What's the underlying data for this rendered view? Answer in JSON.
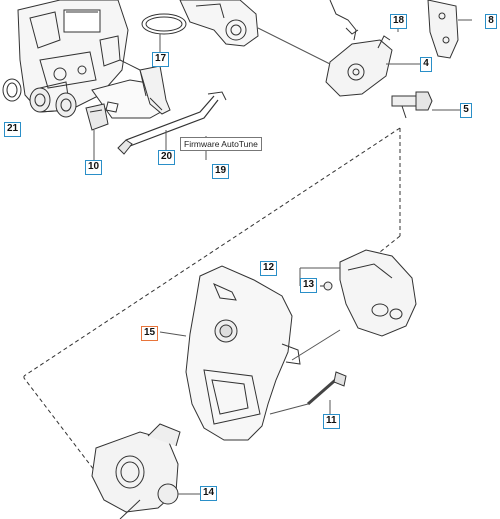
{
  "diagram": {
    "note_label": "Firmware AutoTune",
    "callouts": [
      {
        "id": "21",
        "key": "21"
      },
      {
        "id": "10",
        "key": "10"
      },
      {
        "id": "17",
        "key": "17"
      },
      {
        "id": "20",
        "key": "20"
      },
      {
        "id": "19",
        "key": "19"
      },
      {
        "id": "18",
        "key": "18"
      },
      {
        "id": "8",
        "key": "8"
      },
      {
        "id": "4",
        "key": "4"
      },
      {
        "id": "5",
        "key": "5"
      },
      {
        "id": "12",
        "key": "12"
      },
      {
        "id": "13",
        "key": "13"
      },
      {
        "id": "15",
        "key": "15"
      },
      {
        "id": "11",
        "key": "11"
      },
      {
        "id": "14",
        "key": "14"
      }
    ],
    "colors": {
      "callout_border": "#2a8fc8",
      "highlight_border": "#e8743a",
      "line": "#333333"
    }
  }
}
